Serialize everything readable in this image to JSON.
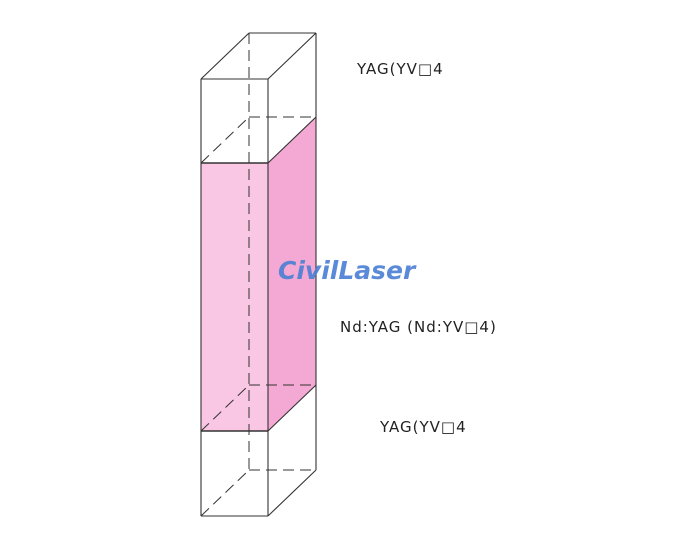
{
  "labels": {
    "top_section": "YAG(YV□4",
    "middle_section": "Nd:YAG (Nd:YV□4)",
    "bottom_section": "YAG(YV□4"
  },
  "watermark": {
    "text": "CivilLaser",
    "color": "#4a7fd4"
  },
  "colors": {
    "doped_front": "#f9c6e3",
    "doped_side": "#f3a9d3",
    "line": "#333333"
  }
}
